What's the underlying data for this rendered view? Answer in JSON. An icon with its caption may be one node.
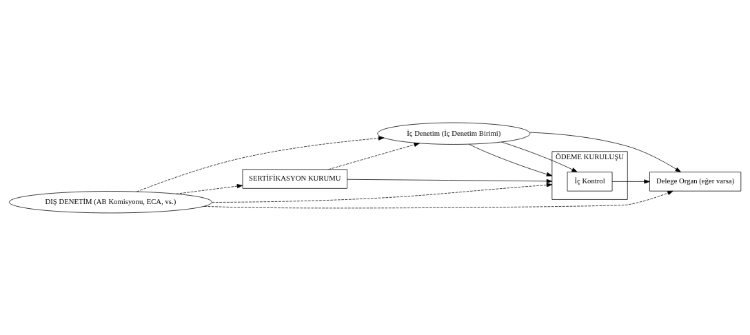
{
  "diagram": {
    "nodes": [
      {
        "text": [
          "ÖDEME KURULUŞU"
        ]
      },
      {
        "text": [
          "İç Kontrol"
        ],
        "in": 0
      },
      {
        "text": [
          "İç Denetim (İç Denetim Birimi)"
        ]
      },
      {
        "text": [
          "SERTİFİKASYON KURUMU"
        ]
      },
      {
        "text": [
          "Delege Organ (eğer varsa)"
        ]
      },
      {
        "text": [
          "DIŞ DENETİM (AB Komisyonu, ECA, vs.)"
        ]
      }
    ],
    "edges": [
      {
        "from": 3,
        "to": 0,
        "arrow": "to"
      },
      {
        "from": 2,
        "to": 0,
        "arrow": "to"
      },
      {
        "from": 2,
        "to": 1,
        "arrow": "to"
      },
      {
        "from": 3,
        "to": 2,
        "arrow": "to",
        "style": "dashed"
      },
      {
        "from": 1,
        "to": 4,
        "arrow": "to"
      },
      {
        "from": 2,
        "to": 4,
        "arrow": "to"
      },
      {
        "from": 5,
        "to": 0,
        "arrow": "to",
        "style": "dashed"
      },
      {
        "from": 5,
        "to": 2,
        "arrow": "to",
        "style": "dashed"
      },
      {
        "from": 5,
        "to": 4,
        "arrow": "to",
        "style": "dashed"
      },
      {
        "from": 5,
        "to": 3,
        "arrow": "to",
        "style": "dashed"
      }
    ]
  }
}
